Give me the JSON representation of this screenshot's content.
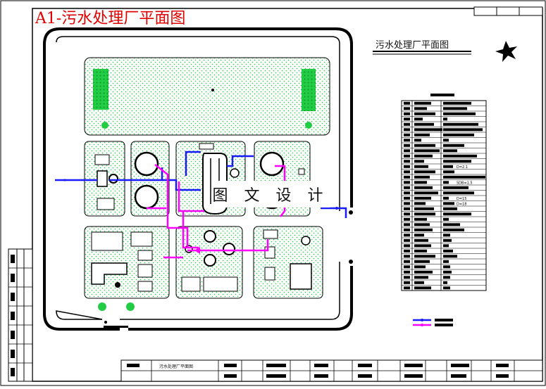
{
  "header": {
    "title": "A1-污水处理厂平面图"
  },
  "drawing": {
    "plan_title": "污水处理厂平面图",
    "watermark": "图 文 设 计",
    "table_fill_samples": [
      "D=2.1",
      "SDB=1.5",
      "D=15",
      "D=18"
    ],
    "legend_colors": {
      "blue_pipe": "#1a1aff",
      "magenta_pipe": "#ff00ff",
      "green_fill": "#22cc44"
    }
  },
  "title_block": {
    "drawing_name": "污水处理厂平面图"
  }
}
